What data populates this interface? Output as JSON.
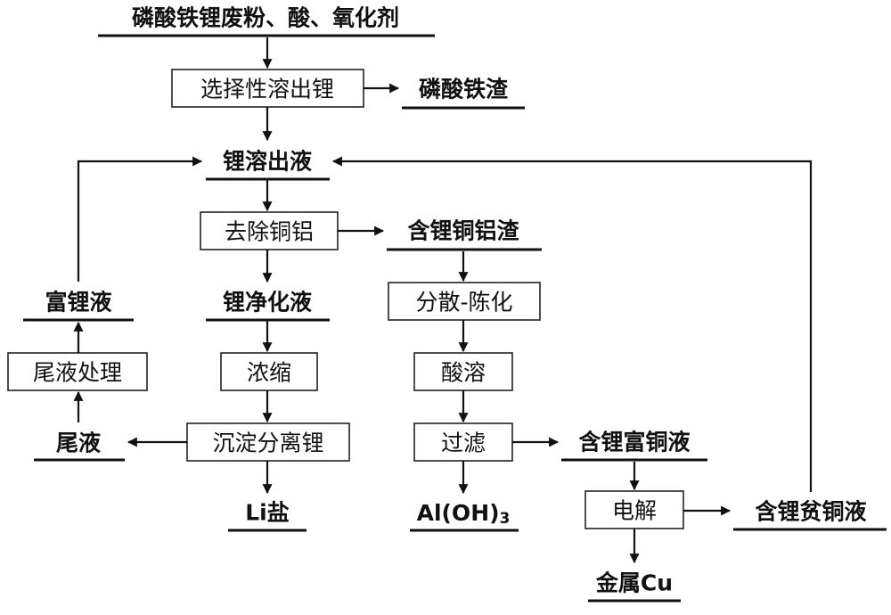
{
  "process_boxes": {
    "selective_leach": "选择性溶出锂",
    "remove_cu_al": "去除铜铝",
    "concentrate": "浓缩",
    "precipitate": "沉淀分离锂",
    "tail_treatment": "尾液处理",
    "disperse_age": "分散-陈化",
    "acid_dissolve": "酸溶",
    "filter": "过滤",
    "electrolysis": "电解"
  },
  "streams": {
    "feed": "磷酸铁锂废粉、酸、氧化剂",
    "iron_phosphate_residue": "磷酸铁渣",
    "li_leachate": "锂溶出液",
    "li_cu_al_residue": "含锂铜铝渣",
    "li_purified": "锂净化液",
    "li_rich": "富锂液",
    "tail_liquid": "尾液",
    "li_salt": "Li盐",
    "al_hydroxide_main": "Al(OH)",
    "al_hydroxide_sub": "3",
    "li_cu_rich": "含锂富铜液",
    "li_cu_poor": "含锂贫铜液",
    "metal_cu": "金属Cu"
  }
}
